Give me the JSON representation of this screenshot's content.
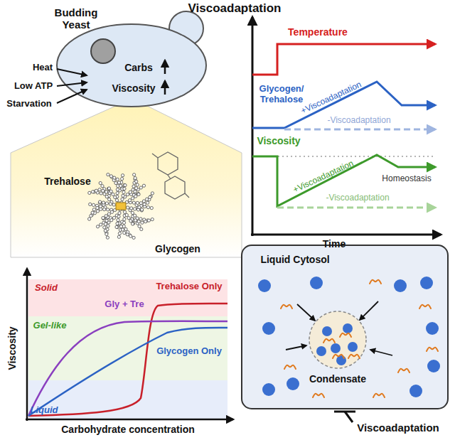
{
  "diagram": {
    "title": "Viscoadaptation",
    "nodes": [
      {
        "text": [
          "Budding Yeast",
          "Carbs",
          "Viscosity"
        ]
      },
      {
        "text": [
          "Trehalose",
          "Glycogen"
        ]
      },
      {
        "text": [
          "Liquid Cytosol"
        ]
      },
      {
        "text": [
          "Condensate"
        ],
        "in": 2
      }
    ],
    "labels": [
      "Heat",
      "Low ATP",
      "Starvation",
      "Temperature",
      "Glycogen/ Trehalose",
      "+Viscoadaptation",
      "-Viscoadaptation",
      "Viscosity",
      "+Viscoadaptation",
      "-Viscoadaptation",
      "Homeostasis",
      "Time",
      "Solid",
      "Gel-like",
      "Liquid",
      "Trehalose Only",
      "Gly + Tre",
      "Glycogen Only",
      "Viscosity",
      "Carbohydrate concentration",
      "Viscoadaptation"
    ]
  }
}
